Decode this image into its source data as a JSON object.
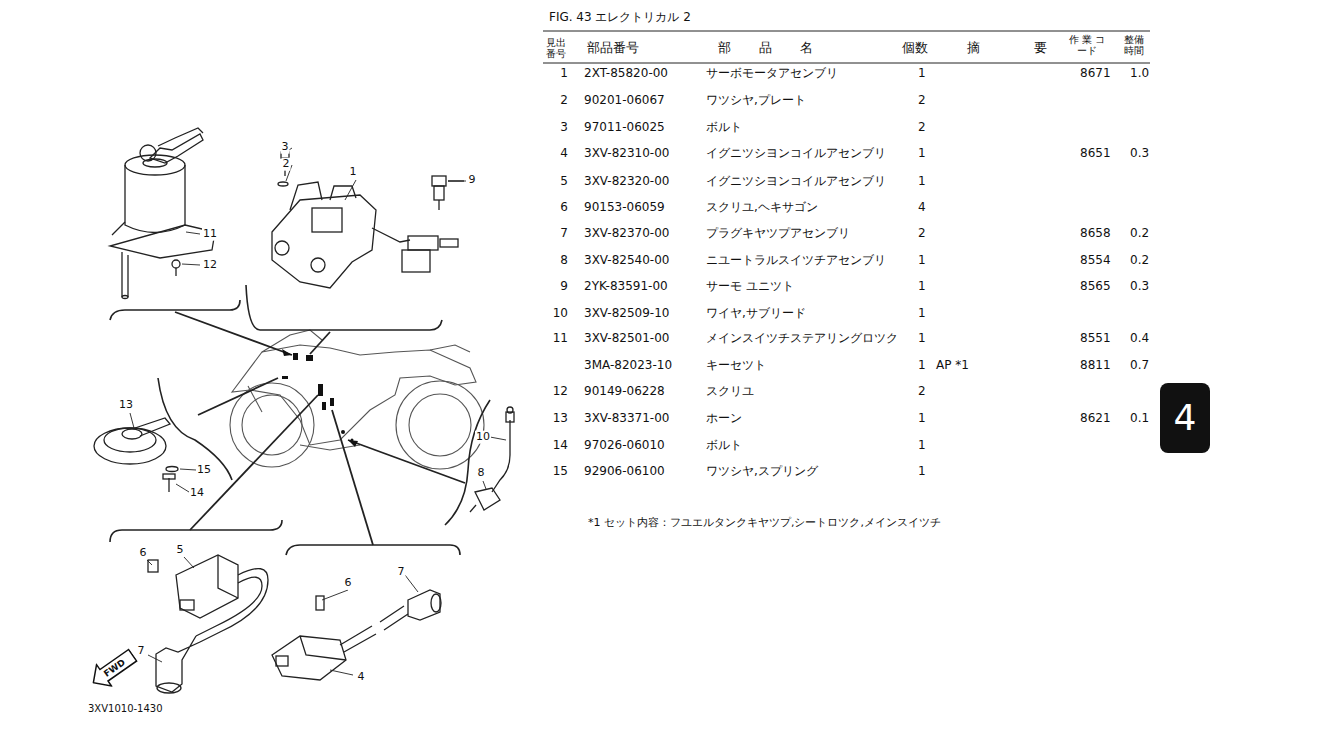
{
  "diagram": {
    "title": "FIG. 43 エレクトリカル 2",
    "nodes": [
      {
        "text": [
          "4"
        ]
      },
      {
        "text": [
          "FWD"
        ]
      }
    ],
    "labels": [
      "見出 番号",
      "部品番号",
      "部 品 名",
      "個数",
      "摘 要",
      "作 業 コード",
      "整備 時間",
      "1",
      "2XT-85820-00",
      "サーボモータアセンブリ",
      "1",
      "8671",
      "1.0",
      "2",
      "90201-06067",
      "ワツシヤ,プレート",
      "2",
      "3",
      "97011-06025",
      "ボルト",
      "2",
      "4",
      "3XV-82310-00",
      "イグニツシヨンコイルアセンブリ",
      "1",
      "8651",
      "0.3",
      "5",
      "3XV-82320-00",
      "イグニツシヨンコイルアセンブリ",
      "1",
      "6",
      "90153-06059",
      "スクリユ,ヘキサゴン",
      "4",
      "7",
      "3XV-82370-00",
      "プラグキヤツプアセンブリ",
      "2",
      "8658",
      "0.2",
      "8",
      "3XV-82540-00",
      "ニユートラルスイツチアセンブリ",
      "1",
      "8554",
      "0.2",
      "9",
      "2YK-83591-00",
      "サーモ ユニツト",
      "1",
      "8565",
      "0.3",
      "10",
      "3XV-82509-10",
      "ワイヤ,サブリード",
      "1",
      "11",
      "3XV-82501-00",
      "メインスイツチステアリングロツク",
      "1",
      "8551",
      "0.4",
      "3MA-82023-10",
      "キーセツト",
      "1",
      "AP *1",
      "8811",
      "0.7",
      "12",
      "90149-06228",
      "スクリユ",
      "2",
      "13",
      "3XV-83371-00",
      "ホーン",
      "1",
      "8621",
      "0.1",
      "14",
      "97026-06010",
      "ボルト",
      "1",
      "15",
      "92906-06100",
      "ワツシヤ,スプリング",
      "1",
      "*1 セット内容：フユエルタンクキヤツプ,シートロツク,メインスイツチ",
      "3",
      "2",
      "1",
      "9",
      "11",
      "12",
      "13",
      "15",
      "14",
      "10",
      "8",
      "6",
      "5",
      "7",
      "6",
      "7",
      "4",
      "3XV1010-1430"
    ]
  }
}
